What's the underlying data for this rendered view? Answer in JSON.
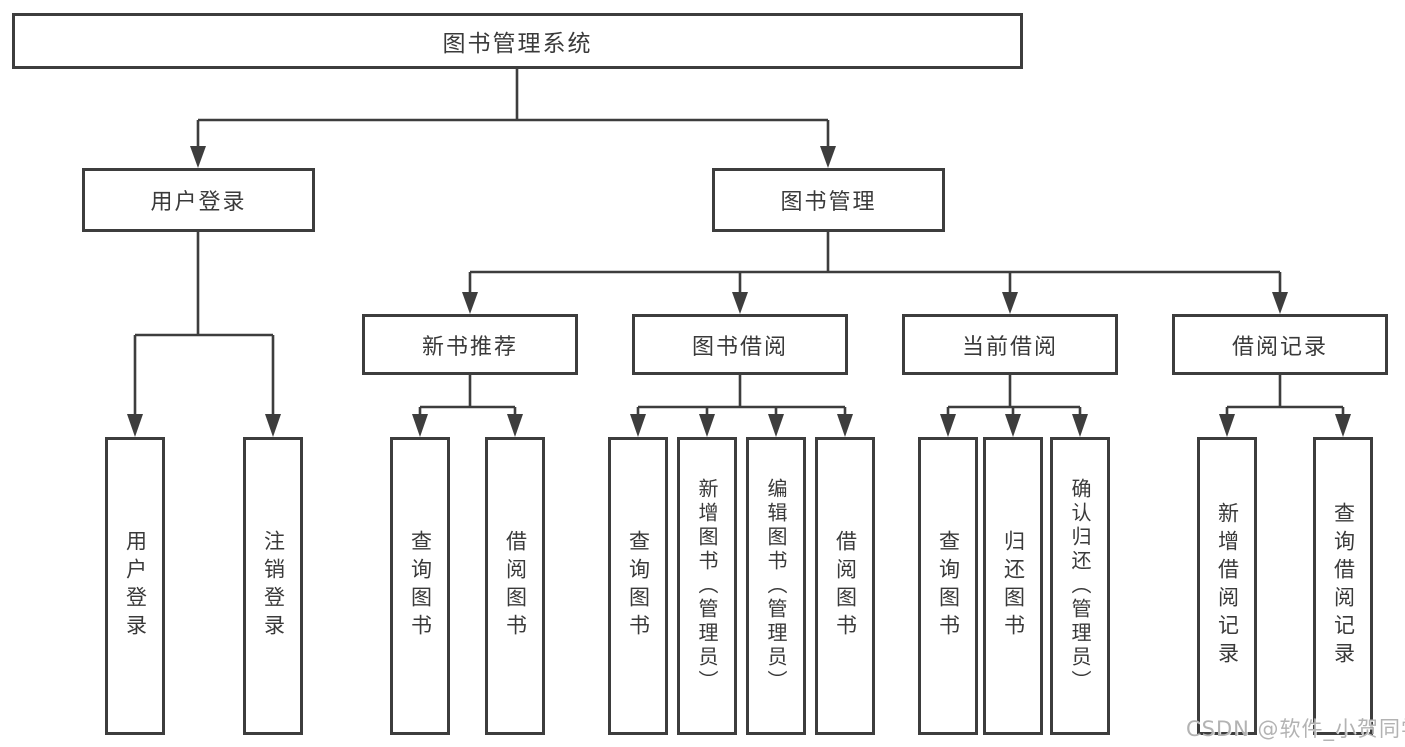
{
  "tree": {
    "root": {
      "label": "图书管理系统",
      "children": [
        {
          "label": "用户登录",
          "children": [
            {
              "label": "用户登录"
            },
            {
              "label": "注销登录"
            }
          ]
        },
        {
          "label": "图书管理",
          "children": [
            {
              "label": "新书推荐",
              "children": [
                {
                  "label": "查询图书"
                },
                {
                  "label": "借阅图书"
                }
              ]
            },
            {
              "label": "图书借阅",
              "children": [
                {
                  "label": "查询图书"
                },
                {
                  "label": "新增图书（管理员）"
                },
                {
                  "label": "编辑图书（管理员）"
                },
                {
                  "label": "借阅图书"
                }
              ]
            },
            {
              "label": "当前借阅",
              "children": [
                {
                  "label": "查询图书"
                },
                {
                  "label": "归还图书"
                },
                {
                  "label": "确认归还（管理员）"
                }
              ]
            },
            {
              "label": "借阅记录",
              "children": [
                {
                  "label": "新增借阅记录"
                },
                {
                  "label": "查询借阅记录"
                }
              ]
            }
          ]
        }
      ]
    }
  },
  "watermark": {
    "text": "CSDN @软件_小贺同学"
  },
  "colors": {
    "line": "#3d3d3d",
    "text": "#3a3a3a",
    "background": "#ffffff",
    "watermark": "#b3b3b3"
  }
}
